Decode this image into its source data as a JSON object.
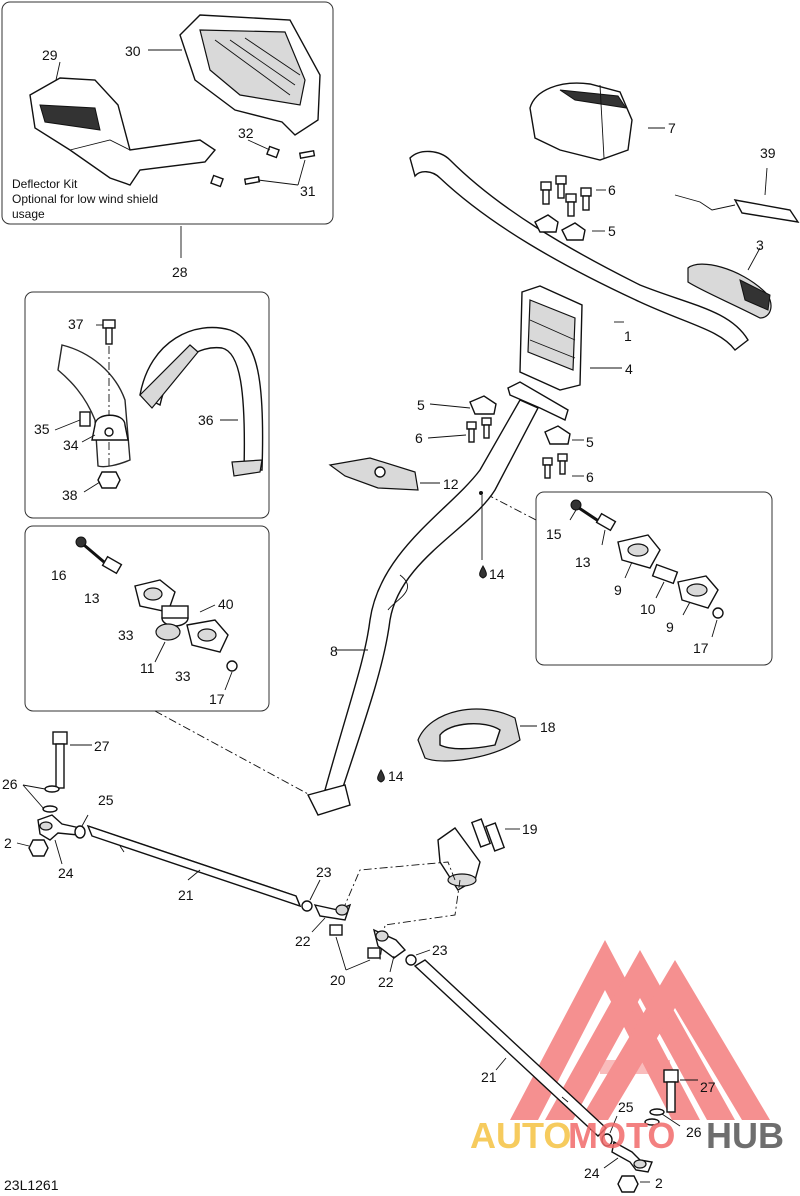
{
  "diagram_id": "23L1261",
  "deflector_kit": {
    "line1": "Deflector Kit",
    "line2": "Optional for low wind shield",
    "line3": "usage"
  },
  "labels": {
    "p1": "1",
    "p2a": "2",
    "p2b": "2",
    "p3": "3",
    "p4": "4",
    "p5a": "5",
    "p5b": "5",
    "p5c": "5",
    "p6a": "6",
    "p6b": "6",
    "p6c": "6",
    "p7": "7",
    "p8": "8",
    "p9a": "9",
    "p9b": "9",
    "p10": "10",
    "p11": "11",
    "p12": "12",
    "p13a": "13",
    "p13b": "13",
    "p14a": "14",
    "p14b": "14",
    "p15": "15",
    "p16": "16",
    "p17a": "17",
    "p17b": "17",
    "p18": "18",
    "p19": "19",
    "p20": "20",
    "p21a": "21",
    "p21b": "21",
    "p22a": "22",
    "p22b": "22",
    "p23a": "23",
    "p23b": "23",
    "p24a": "24",
    "p24b": "24",
    "p25a": "25",
    "p25b": "25",
    "p26a": "26",
    "p26b": "26",
    "p27a": "27",
    "p27b": "27",
    "p28": "28",
    "p29": "29",
    "p30": "30",
    "p31": "31",
    "p32": "32",
    "p33a": "33",
    "p33b": "33",
    "p34": "34",
    "p35": "35",
    "p36": "36",
    "p37": "37",
    "p38": "38",
    "p39": "39",
    "p40": "40"
  },
  "watermark": {
    "word_a": "AUTO",
    "word_b": "MOTO",
    "word_c": "HUB",
    "color_a": "#f5c242",
    "color_b": "#f26b6b",
    "color_c": "#555555"
  }
}
